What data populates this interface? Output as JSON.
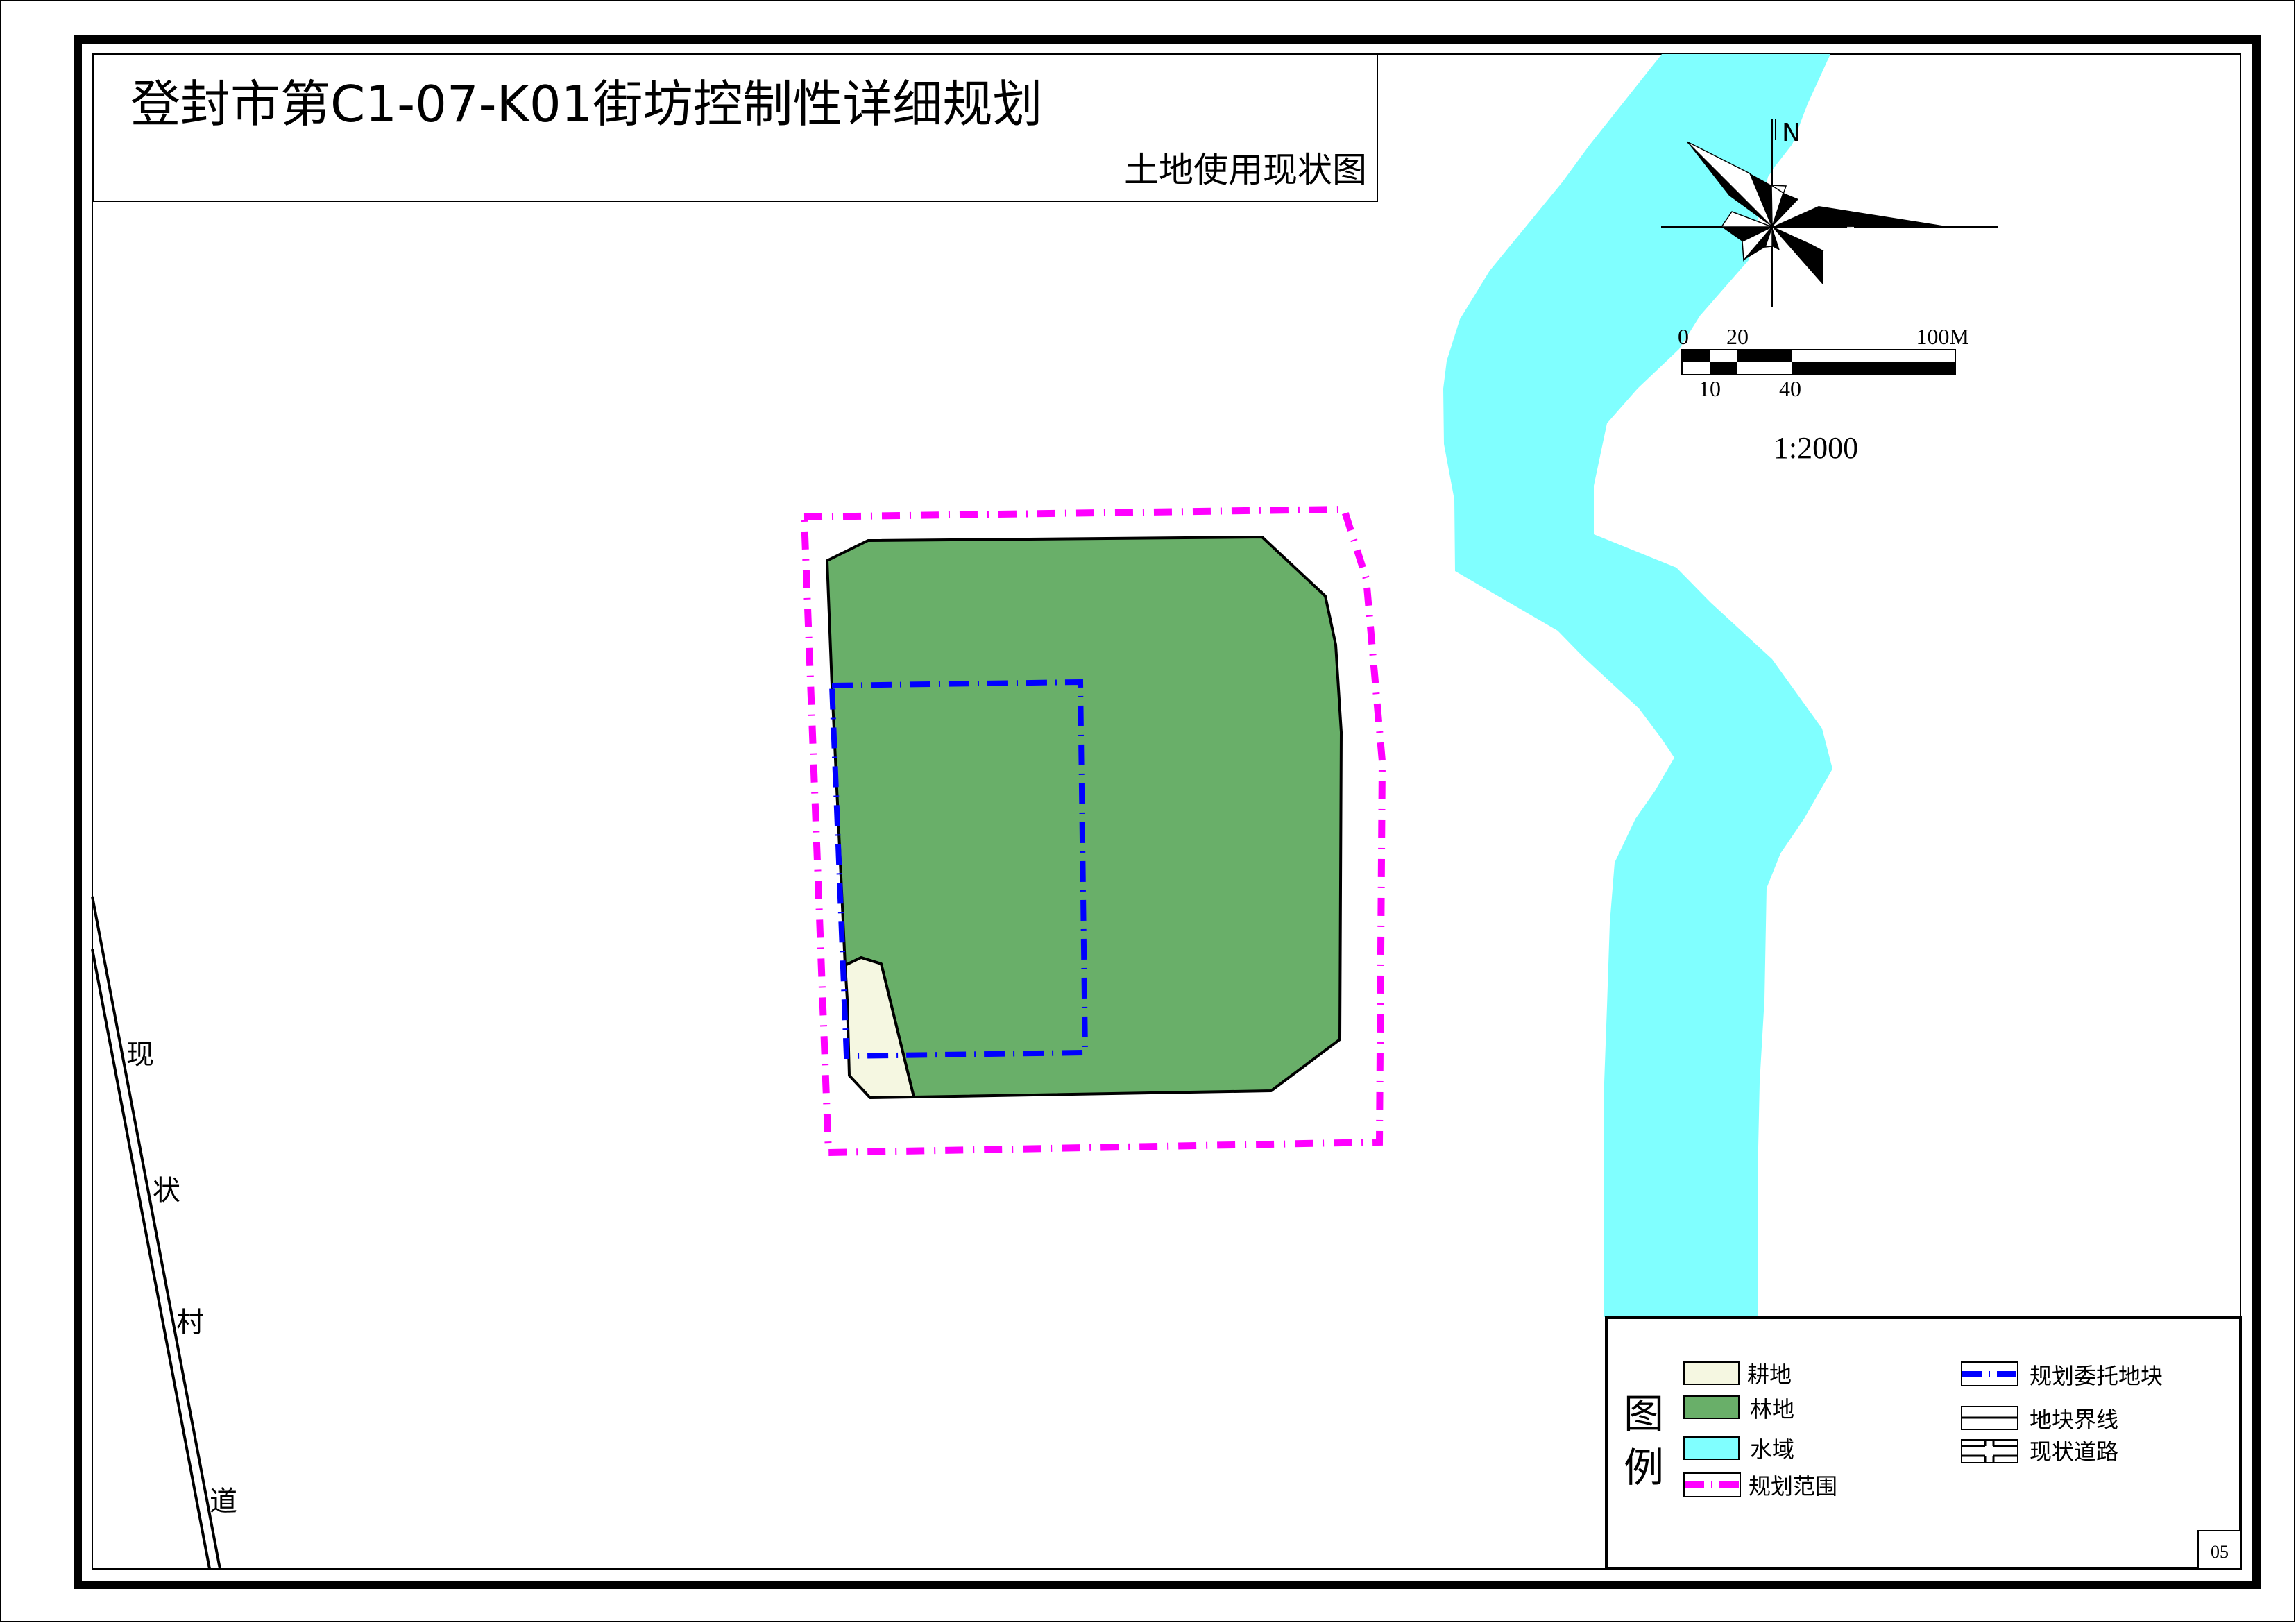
{
  "title": {
    "main": "登封市第C1-07-K01街坊控制性详细规划",
    "subtitle": "土地使用现状图"
  },
  "compass": {
    "north_label": "N",
    "icon": "wind-rose-north-arrow-icon"
  },
  "scale_bar": {
    "top_labels": [
      "0",
      "20",
      "100M"
    ],
    "bottom_labels": [
      "10",
      "40"
    ],
    "ratio": "1:2000"
  },
  "road": {
    "label_chars": [
      "现",
      "状",
      "村",
      "道"
    ],
    "label": "现状村道"
  },
  "legend": {
    "title_chars": [
      "图",
      "例"
    ],
    "items_left": [
      {
        "label": "耕地",
        "type": "fill",
        "color": "#F5F7E1"
      },
      {
        "label": "林地",
        "type": "fill",
        "color": "#69AF69"
      },
      {
        "label": "水域",
        "type": "fill",
        "color": "#80FFFF"
      },
      {
        "label": "规划范围",
        "type": "dash-dot-line",
        "color": "#FF00FF"
      }
    ],
    "items_right": [
      {
        "label": "规划委托地块",
        "type": "dash-dot-line",
        "color": "#0000FF"
      },
      {
        "label": "地块界线",
        "type": "solid-line",
        "color": "#000000"
      },
      {
        "label": "现状道路",
        "type": "double-line-cross",
        "color": "#000000"
      }
    ]
  },
  "sheet_number": "05",
  "colors": {
    "farmland": "#F5F7E1",
    "forest": "#69AF69",
    "water": "#80FFFF",
    "planning_boundary": "#FF00FF",
    "commissioned_parcel": "#0000FF",
    "frame": "#000000"
  }
}
